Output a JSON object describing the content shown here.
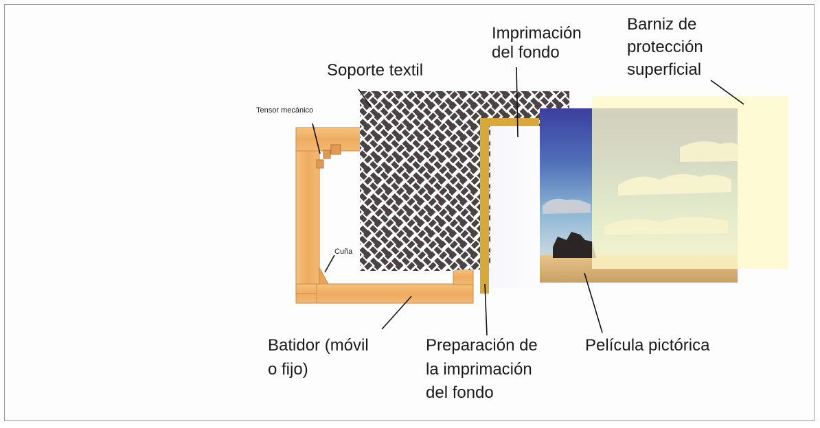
{
  "labels": {
    "tensor": "Tensor mecánico",
    "cuna": "Cuña",
    "soporte": "Soporte textil",
    "imprimacion_l1": "Imprimación",
    "imprimacion_l2": "del fondo",
    "barniz_l1": "Barniz de",
    "barniz_l2": "protección",
    "barniz_l3": "superficial",
    "batidor_l1": "Batidor (móvil",
    "batidor_l2": "o fijo)",
    "preparacion_l1": "Preparación de",
    "preparacion_l2": "la imprimación",
    "preparacion_l3": "del fondo",
    "pelicula": "Película pictórica"
  },
  "colors": {
    "wood": "#f1b36a",
    "wood_dark": "#d48b3f",
    "weave": "#4a4244",
    "priming_strip": "#d8a83a",
    "varnish": "#fdf8c8",
    "sky_top": "#3b3f9e",
    "sky_mid": "#6fa2c8",
    "field": "#d8b176"
  }
}
